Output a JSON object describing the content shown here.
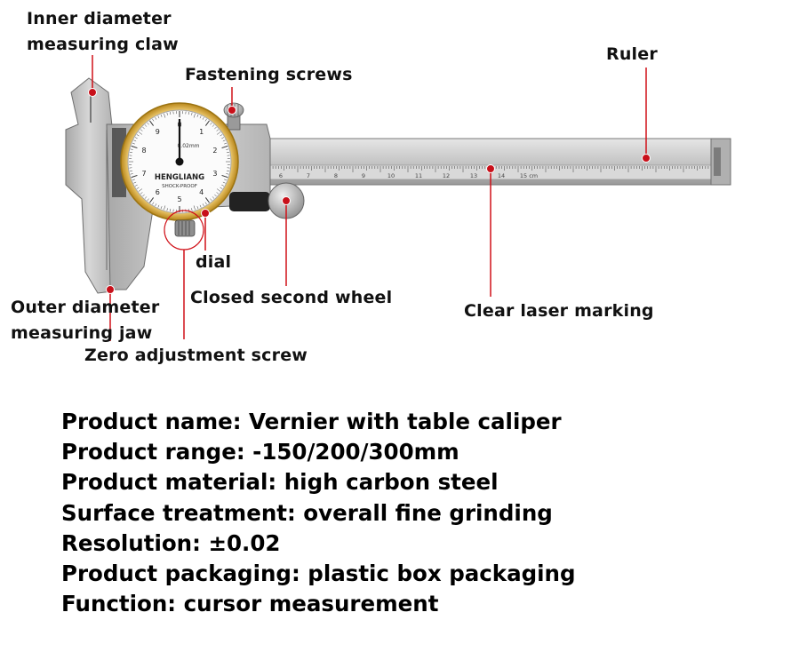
{
  "callouts": {
    "inner_claw_line1": "Inner diameter",
    "inner_claw_line2": "measuring claw",
    "fastening_screws": "Fastening screws",
    "ruler": "Ruler",
    "dial": "dial",
    "closed_second_wheel": "Closed second wheel",
    "clear_laser_marking": "Clear laser marking",
    "outer_jaw_line1": "Outer diameter",
    "outer_jaw_line2": "measuring jaw",
    "zero_screw": "Zero adjustment screw"
  },
  "dial_face": {
    "brand": "HENGLIANG",
    "subtitle": "SHOCK-PROOF",
    "resolution_mark": "0.02mm",
    "numbers": [
      "0",
      "1",
      "2",
      "3",
      "4",
      "5",
      "6",
      "7",
      "8",
      "9"
    ]
  },
  "scale_numbers": [
    "6",
    "7",
    "8",
    "9",
    "10",
    "11",
    "12",
    "13",
    "14",
    "15 cm"
  ],
  "specs": [
    "Product name: Vernier with table caliper",
    "Product range: -150/200/300mm",
    "Product material: high carbon steel",
    "Surface treatment: overall fine grinding",
    "Resolution: ±0.02",
    "Product packaging: plastic box packaging",
    "Function: cursor measurement"
  ],
  "colors": {
    "leader_line": "#d01018",
    "callout_dot": "#c8101a",
    "steel": "#c8c8c8",
    "dial_bezel": "#d4a52a"
  }
}
